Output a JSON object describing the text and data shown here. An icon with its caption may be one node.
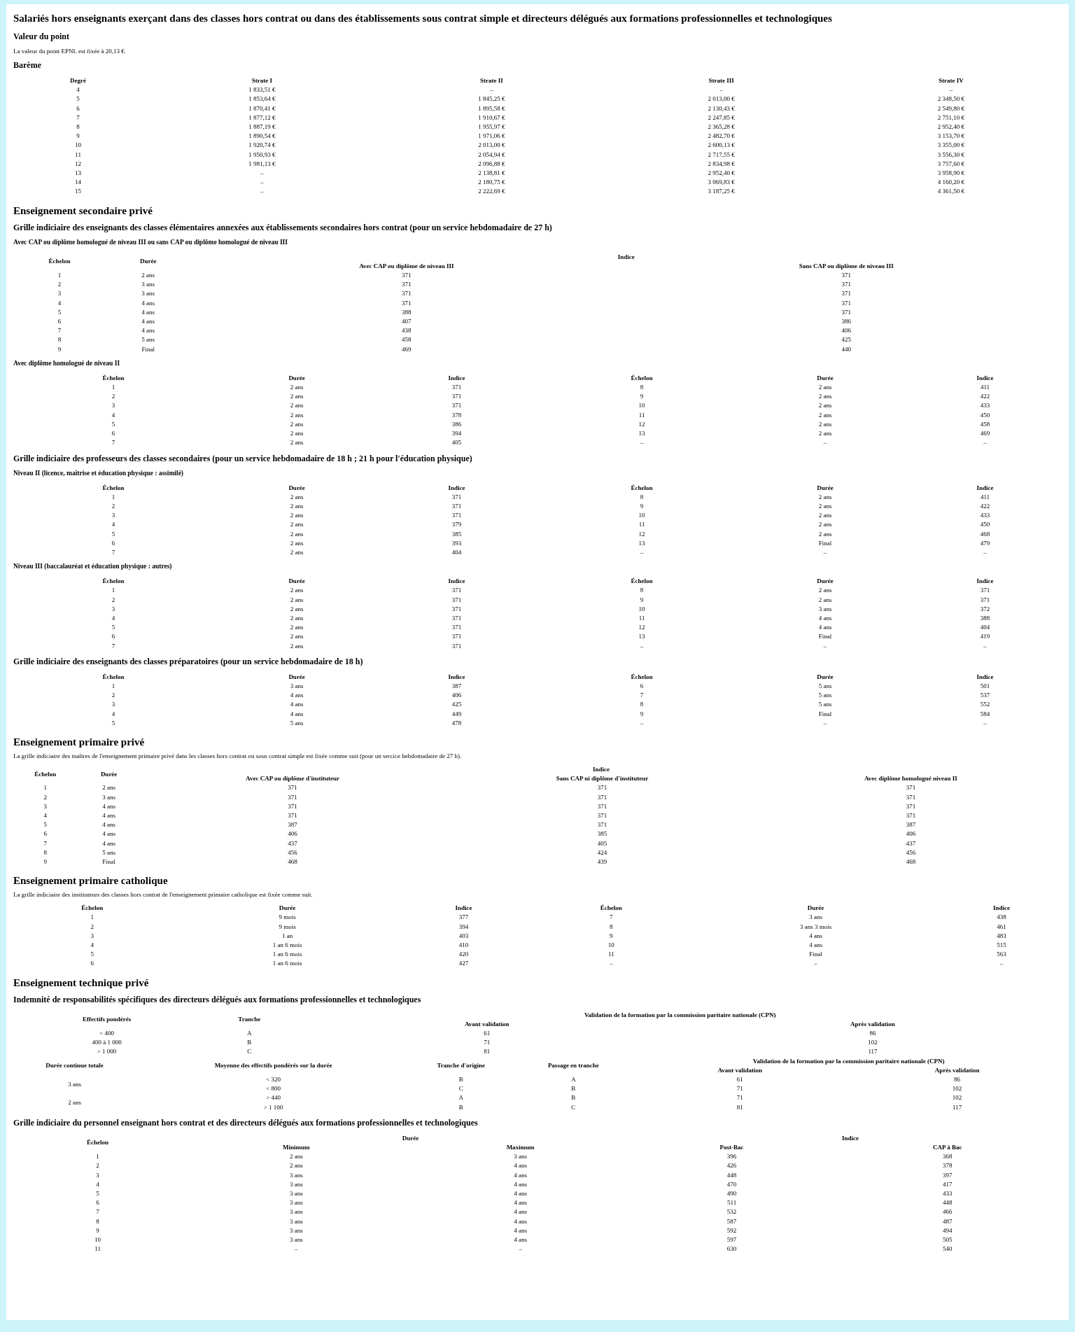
{
  "diagram": {
    "title": "Salariés hors enseignants exerçant dans des classes hors contrat ou dans des établissements sous contrat simple et directeurs délégués aux formations professionnelles et technologiques",
    "labels": [
      "Valeur du point",
      "La valeur du point EPNL est fixée à 20,13 €.",
      "Barème",
      "Degré",
      "Strate I",
      "Strate II",
      "Strate III",
      "Strate IV",
      "4",
      "1 833,51 €",
      "–",
      "–",
      "–",
      "5",
      "1 853,64 €",
      "1 845,25 €",
      "2 013,00 €",
      "2 348,50 €",
      "6",
      "1 870,41 €",
      "1 895,58 €",
      "2 130,43 €",
      "2 549,80 €",
      "7",
      "1 877,12 €",
      "1 910,67 €",
      "2 247,85 €",
      "2 751,10 €",
      "8",
      "1 887,19 €",
      "1 955,97 €",
      "2 365,28 €",
      "2 952,40 €",
      "9",
      "1 890,54 €",
      "1 971,06 €",
      "2 482,70 €",
      "3 153,70 €",
      "10",
      "1 920,74 €",
      "2 013,00 €",
      "2 600,13 €",
      "3 355,00 €",
      "11",
      "1 950,93 €",
      "2 054,94 €",
      "2 717,55 €",
      "3 556,30 €",
      "12",
      "1 981,13 €",
      "2 096,88 €",
      "2 834,98 €",
      "3 757,60 €",
      "13",
      "–",
      "2 138,81 €",
      "2 952,40 €",
      "3 958,90 €",
      "14",
      "–",
      "2 180,75 €",
      "3 069,83 €",
      "4 160,20 €",
      "15",
      "–",
      "2 222,69 €",
      "3 187,25 €",
      "4 361,50 €",
      "Enseignement secondaire privé",
      "Grille indiciaire des enseignants des classes élémentaires annexées aux établissements secondaires hors contrat (pour un service hebdomadaire de 27 h)",
      "Avec CAP ou diplôme homologué de niveau III ou sans CAP ou diplôme homologué de niveau III",
      "Échelon",
      "Durée",
      "Indice",
      "Avec CAP ou diplôme de niveau III",
      "Sans CAP ou diplôme de niveau III",
      "1",
      "2 ans",
      "371",
      "371",
      "2",
      "3 ans",
      "371",
      "371",
      "3",
      "3 ans",
      "371",
      "371",
      "4",
      "4 ans",
      "371",
      "371",
      "5",
      "4 ans",
      "388",
      "371",
      "6",
      "4 ans",
      "407",
      "386",
      "7",
      "4 ans",
      "438",
      "406",
      "8",
      "5 ans",
      "458",
      "425",
      "9",
      "Final",
      "469",
      "440",
      "Avec diplôme homologué de niveau II",
      "Échelon",
      "Durée",
      "Indice",
      "Échelon",
      "Durée",
      "Indice",
      "1",
      "2 ans",
      "371",
      "8",
      "2 ans",
      "411",
      "2",
      "2 ans",
      "371",
      "9",
      "2 ans",
      "422",
      "3",
      "2 ans",
      "371",
      "10",
      "2 ans",
      "433",
      "4",
      "2 ans",
      "378",
      "11",
      "2 ans",
      "450",
      "5",
      "2 ans",
      "386",
      "12",
      "2 ans",
      "458",
      "6",
      "2 ans",
      "394",
      "13",
      "2 ans",
      "469",
      "7",
      "2 ans",
      "405",
      "–",
      "–",
      "–",
      "Grille indiciaire des professeurs des classes secondaires (pour un service hebdomadaire de 18 h ; 21 h pour l'éducation physique)",
      "Niveau II (licence, maîtrise et éducation physique : assimilé)",
      "Échelon",
      "Durée",
      "Indice",
      "Échelon",
      "Durée",
      "Indice",
      "1",
      "2 ans",
      "371",
      "8",
      "2 ans",
      "411",
      "2",
      "2 ans",
      "371",
      "9",
      "2 ans",
      "422",
      "3",
      "2 ans",
      "371",
      "10",
      "2 ans",
      "433",
      "4",
      "2 ans",
      "379",
      "11",
      "2 ans",
      "450",
      "5",
      "2 ans",
      "385",
      "12",
      "2 ans",
      "468",
      "6",
      "2 ans",
      "393",
      "13",
      "Final",
      "479",
      "7",
      "2 ans",
      "404",
      "–",
      "–",
      "–",
      "Niveau III (baccalauréat et éducation physique : autres)",
      "Échelon",
      "Durée",
      "Indice",
      "Échelon",
      "Durée",
      "Indice",
      "1",
      "2 ans",
      "371",
      "8",
      "2 ans",
      "371",
      "2",
      "2 ans",
      "371",
      "9",
      "2 ans",
      "371",
      "3",
      "2 ans",
      "371",
      "10",
      "3 ans",
      "372",
      "4",
      "2 ans",
      "371",
      "11",
      "4 ans",
      "388",
      "5",
      "2 ans",
      "371",
      "12",
      "4 ans",
      "404",
      "6",
      "2 ans",
      "371",
      "13",
      "Final",
      "419",
      "7",
      "2 ans",
      "371",
      "–",
      "–",
      "–",
      "Grille indiciaire des enseignants des classes préparatoires (pour un service hebdomadaire de 18 h)",
      "Échelon",
      "Durée",
      "Indice",
      "Échelon",
      "Durée",
      "Indice",
      "1",
      "3 ans",
      "387",
      "6",
      "5 ans",
      "501",
      "2",
      "4 ans",
      "406",
      "7",
      "5 ans",
      "537",
      "3",
      "4 ans",
      "425",
      "8",
      "5 ans",
      "552",
      "4",
      "4 ans",
      "449",
      "9",
      "Final",
      "584",
      "5",
      "5 ans",
      "478",
      "–",
      "–",
      "–",
      "Enseignement primaire privé",
      "La grille indiciaire des maîtres de l'enseignement primaire privé dans les classes hors contrat ou sous contrat simple est fixée comme suit (pour un sercice hebdomadaire de 27 h).",
      "Échelon",
      "Durée",
      "Indice",
      "Avec CAP ou diplôme d'instituteur",
      "Sans CAP ni diplôme d'instituteur",
      "Avec diplôme homologué niveau II",
      "1",
      "2 ans",
      "371",
      "371",
      "371",
      "2",
      "3 ans",
      "371",
      "371",
      "371",
      "3",
      "4 ans",
      "371",
      "371",
      "371",
      "4",
      "4 ans",
      "371",
      "371",
      "371",
      "5",
      "4 ans",
      "387",
      "371",
      "387",
      "6",
      "4 ans",
      "406",
      "385",
      "406",
      "7",
      "4 ans",
      "437",
      "405",
      "437",
      "8",
      "5 ans",
      "456",
      "424",
      "456",
      "9",
      "Final",
      "468",
      "439",
      "468",
      "Enseignement primaire catholique",
      "La grille indiciaire des instituteurs des classes hors contrat de l'enseignement primaire catholique est fixée comme suit.",
      "Échelon",
      "Durée",
      "Indice",
      "Échelon",
      "Durée",
      "Indice",
      "1",
      "9 mois",
      "377",
      "7",
      "3 ans",
      "438",
      "2",
      "9 mois",
      "394",
      "8",
      "3 ans 3 mois",
      "461",
      "3",
      "1 an",
      "403",
      "9",
      "4 ans",
      "483",
      "4",
      "1 an 6 mois",
      "410",
      "10",
      "4 ans",
      "515",
      "5",
      "1 an 6 mois",
      "420",
      "11",
      "Final",
      "563",
      "6",
      "1 an 6 mois",
      "427",
      "–",
      "–",
      "–",
      "Enseignement technique privé",
      "Indemnité de responsabilités spécifiques des directeurs délégués aux formations professionnelles et technologiques",
      "Effectifs pondérés",
      "Tranche",
      "Validation de la formation par la commission paritaire nationale (CPN)",
      "Avant validation",
      "Après validation",
      "< 400",
      "A",
      "61",
      "86",
      "400 à 1 000",
      "B",
      "71",
      "102",
      "> 1 000",
      "C",
      "81",
      "117",
      "Durée continue totale",
      "Moyenne des effectifs pondérés sur la durée",
      "Tranche d'origine",
      "Passage en tranche",
      "Validation de la formation par la commission paritaire nationale (CPN)",
      "Avant validation",
      "Après validation",
      "3 ans",
      "< 320",
      "B",
      "A",
      "61",
      "86",
      "< 800",
      "C",
      "B",
      "71",
      "102",
      "2 ans",
      "> 440",
      "A",
      "B",
      "71",
      "102",
      "> 1 100",
      "B",
      "C",
      "81",
      "117",
      "Grille indiciaire du personnel enseignant hors contrat et des directeurs délégués aux formations professionnelles et technologiques",
      "Échelon",
      "Durée",
      "Indice",
      "Minimum",
      "Maximum",
      "Post-Bac",
      "CAP à Bac",
      "1",
      "2 ans",
      "3 ans",
      "396",
      "368",
      "2",
      "2 ans",
      "4 ans",
      "426",
      "378",
      "3",
      "3 ans",
      "4 ans",
      "448",
      "397",
      "4",
      "3 ans",
      "4 ans",
      "470",
      "417",
      "5",
      "3 ans",
      "4 ans",
      "490",
      "433",
      "6",
      "3 ans",
      "4 ans",
      "511",
      "448",
      "7",
      "3 ans",
      "4 ans",
      "532",
      "466",
      "8",
      "3 ans",
      "4 ans",
      "587",
      "487",
      "9",
      "3 ans",
      "4 ans",
      "592",
      "494",
      "10",
      "3 ans",
      "4 ans",
      "597",
      "505",
      "11",
      "–",
      "–",
      "630",
      "540"
    ]
  }
}
